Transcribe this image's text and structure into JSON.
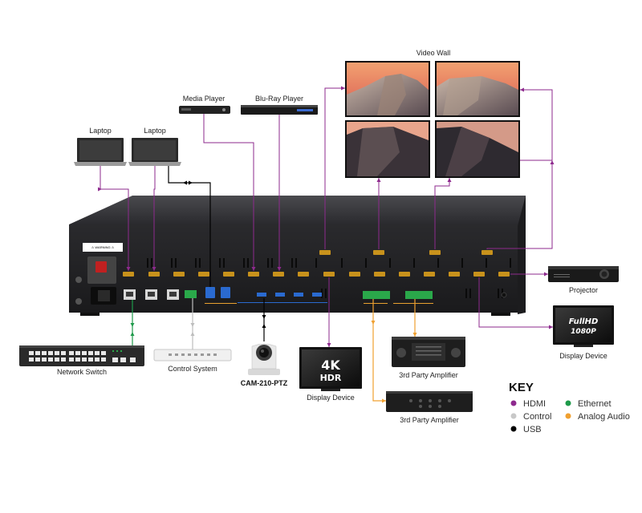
{
  "devices": {
    "video_wall": "Video Wall",
    "media_player": "Media Player",
    "bluray_player": "Blu-Ray Player",
    "laptop_1": "Laptop",
    "laptop_2": "Laptop",
    "projector": "Projector",
    "display_device_right": "Display Device",
    "display_device_bottom": "Display Device",
    "network_switch": "Network Switch",
    "control_system": "Control System",
    "camera": "CAM-210-PTZ",
    "amplifier_1": "3rd Party Amplifier",
    "amplifier_2": "3rd Party Amplifier"
  },
  "screen_text": {
    "fullhd_line1": "FullHD",
    "fullhd_line2": "1080P",
    "fourk_line1": "4K",
    "fourk_line2": "HDR"
  },
  "key": {
    "title": "KEY",
    "items": [
      {
        "label": "HDMI",
        "color": "#8e2a8e"
      },
      {
        "label": "Ethernet",
        "color": "#1e9a4a"
      },
      {
        "label": "Control",
        "color": "#c8c8c8"
      },
      {
        "label": "Analog Audio",
        "color": "#f0a030"
      },
      {
        "label": "USB",
        "color": "#000000"
      }
    ]
  },
  "colors": {
    "hdmi": "#8e2a8e",
    "ethernet": "#1e9a4a",
    "control": "#c8c8c8",
    "audio": "#f0a030",
    "usb": "#000000"
  }
}
